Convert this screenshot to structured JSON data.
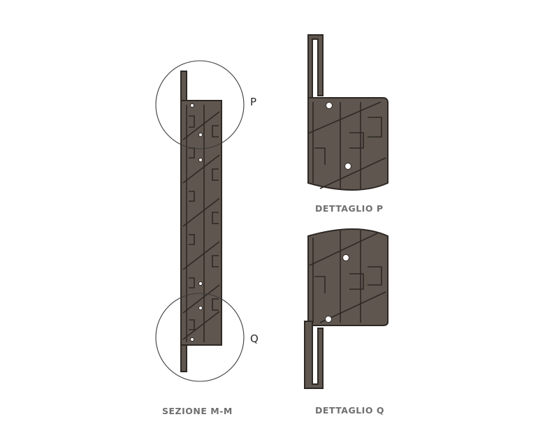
{
  "labels": {
    "section_caption": "SEZIONE M-M",
    "detail_p_caption": "DETTAGLIO P",
    "detail_q_caption": "DETTAGLIO Q",
    "marker_p": "P",
    "marker_q": "Q"
  },
  "colors": {
    "profile_fill": "#5f564f",
    "outline": "#2e2824",
    "caption_text": "#6f6f6f"
  }
}
